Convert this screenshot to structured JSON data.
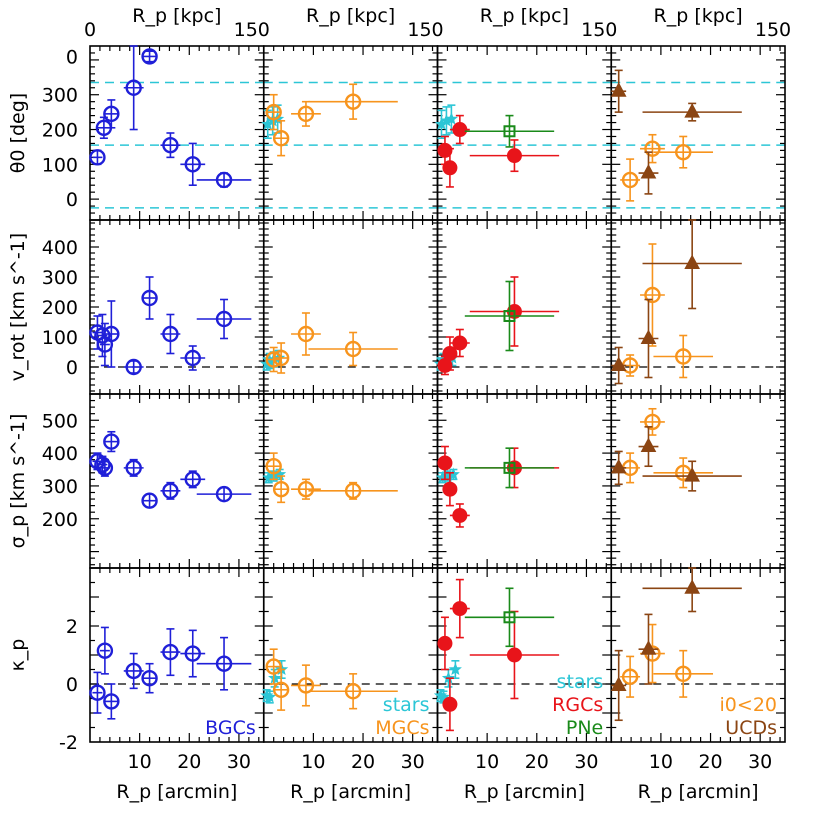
{
  "figure": {
    "top_axis_label": "R_p [kpc]",
    "bottom_axis_label": "R_p [arcmin]",
    "top_ticks": [
      "0",
      "150"
    ],
    "bottom_ticks": [
      "10",
      "20",
      "30"
    ],
    "row_labels": [
      "θ0 [deg]",
      "v_rot [km s^-1]",
      "σ_p [km s^-1]",
      "κ_p"
    ]
  },
  "colors": {
    "blue": "#1f1fd8",
    "orange": "#f7941d",
    "red": "#e8141a",
    "green": "#1a8a1a",
    "brown": "#8b4513",
    "cyan": "#2cc6d6"
  },
  "legends": [
    {
      "panel_col": 0,
      "entries": [
        {
          "text": "BGCs",
          "color": "blue"
        }
      ]
    },
    {
      "panel_col": 1,
      "entries": [
        {
          "text": "stars",
          "color": "cyan"
        },
        {
          "text": "MGCs",
          "color": "orange"
        }
      ]
    },
    {
      "panel_col": 2,
      "entries": [
        {
          "text": "stars",
          "color": "cyan"
        },
        {
          "text": "RGCs",
          "color": "red"
        },
        {
          "text": "PNe",
          "color": "green"
        }
      ]
    },
    {
      "panel_col": 3,
      "entries": [
        {
          "text": "i0<20",
          "color": "orange"
        },
        {
          "text": "UCDs",
          "color": "brown"
        }
      ]
    }
  ],
  "chart_data": {
    "type": "scatter",
    "x_range": [
      0,
      35
    ],
    "rows": [
      {
        "ylabel": "θ0 [deg]",
        "ylim": [
          -60,
          440
        ],
        "yticks": [
          0,
          100,
          200,
          300
        ],
        "ytick_labels": [
          "0",
          "100",
          "200",
          "300"
        ],
        "extra_ticklabels": [
          {
            "value": 410,
            "text": "0"
          }
        ],
        "hline": null
      },
      {
        "ylabel": "v_rot [km s^-1]",
        "ylim": [
          -90,
          490
        ],
        "yticks": [
          0,
          100,
          200,
          300,
          400
        ],
        "ytick_labels": [
          "0",
          "100",
          "200",
          "300",
          "400"
        ],
        "hline": 0
      },
      {
        "ylabel": "σ_p [km s^-1]",
        "ylim": [
          50,
          580
        ],
        "yticks": [
          200,
          300,
          400,
          500
        ],
        "ytick_labels": [
          "200",
          "300",
          "400",
          "500"
        ],
        "hline": null
      },
      {
        "ylabel": "κ_p",
        "ylim": [
          -2,
          4
        ],
        "yticks": [
          -2,
          0,
          2
        ],
        "ytick_labels": [
          "-2",
          "0",
          "2"
        ],
        "hline": 0
      }
    ],
    "reference_bands": {
      "color": "cyan",
      "style": "dashed",
      "values": [
        335,
        155,
        -25
      ]
    },
    "series": [
      {
        "name": "BGCs",
        "col": 0,
        "color": "blue",
        "marker": "open-circle",
        "points": {
          "0": [
            [
              1.5,
              120,
              1,
              0,
              20
            ],
            [
              2.8,
              205,
              1.5,
              0,
              30
            ],
            [
              4.3,
              245,
              1.5,
              0,
              40
            ],
            [
              8.8,
              320,
              2,
              0,
              120
            ],
            [
              12.0,
              410,
              1.5,
              0,
              15
            ],
            [
              16.2,
              155,
              2,
              0,
              35
            ],
            [
              20.7,
              100,
              2.5,
              0,
              60
            ],
            [
              27.0,
              55,
              5.5,
              0,
              20
            ]
          ],
          "1": [
            [
              1.5,
              115,
              1,
              0,
              55
            ],
            [
              2.5,
              105,
              1,
              0,
              70
            ],
            [
              3.0,
              75,
              1,
              0,
              70
            ],
            [
              4.3,
              110,
              1.5,
              0,
              110
            ],
            [
              8.8,
              0,
              2,
              0,
              20
            ],
            [
              12.0,
              230,
              1.5,
              0,
              70
            ],
            [
              16.2,
              110,
              2,
              0,
              65
            ],
            [
              20.7,
              30,
              2.5,
              0,
              40
            ],
            [
              27.0,
              160,
              5.5,
              0,
              65
            ]
          ],
          "2": [
            [
              1.5,
              375,
              1,
              0,
              25
            ],
            [
              2.5,
              365,
              1,
              0,
              25
            ],
            [
              3.0,
              355,
              1,
              0,
              25
            ],
            [
              4.3,
              435,
              1.5,
              0,
              30
            ],
            [
              8.8,
              355,
              2,
              0,
              25
            ],
            [
              12.0,
              255,
              1.5,
              0,
              20
            ],
            [
              16.2,
              285,
              2,
              0,
              25
            ],
            [
              20.7,
              320,
              2.5,
              0,
              25
            ],
            [
              27.0,
              275,
              5.5,
              0,
              20
            ]
          ],
          "3": [
            [
              1.5,
              -0.3,
              1,
              0,
              0.7
            ],
            [
              3.0,
              1.15,
              1,
              0,
              0.8
            ],
            [
              4.3,
              -0.6,
              1.5,
              0,
              0.6
            ],
            [
              8.8,
              0.45,
              2,
              0,
              0.6
            ],
            [
              12.0,
              0.2,
              1.5,
              0,
              0.5
            ],
            [
              16.2,
              1.1,
              2,
              0,
              0.8
            ],
            [
              20.7,
              1.05,
              2.5,
              0,
              0.8
            ],
            [
              27.0,
              0.7,
              5.5,
              0,
              0.9
            ]
          ]
        }
      },
      {
        "name": "stars",
        "col": 1,
        "color": "cyan",
        "marker": "star",
        "points": {
          "0": [
            [
              0.8,
              215,
              0.5,
              0,
              40
            ],
            [
              1.8,
              225,
              0.5,
              0,
              40
            ],
            [
              2.8,
              230,
              0.5,
              0,
              40
            ]
          ],
          "1": [
            [
              0.6,
              10,
              0.4,
              0,
              20
            ],
            [
              1.2,
              20,
              0.4,
              0,
              25
            ],
            [
              2.0,
              25,
              0.4,
              0,
              25
            ],
            [
              3.0,
              30,
              0.5,
              0,
              25
            ]
          ],
          "2": [
            [
              1.0,
              325,
              0.4,
              0,
              15
            ],
            [
              2.0,
              330,
              0.4,
              0,
              15
            ],
            [
              3.2,
              335,
              0.5,
              0,
              15
            ]
          ],
          "3": [
            [
              0.6,
              -0.4,
              0.4,
              0,
              0.2
            ],
            [
              1.2,
              -0.45,
              0.4,
              0,
              0.2
            ],
            [
              2.2,
              0.2,
              0.4,
              0,
              0.3
            ],
            [
              3.6,
              0.5,
              0.4,
              0,
              0.3
            ]
          ]
        }
      },
      {
        "name": "MGCs",
        "col": 1,
        "color": "orange",
        "marker": "open-circle",
        "points": {
          "0": [
            [
              2.0,
              250,
              1.5,
              0,
              50
            ],
            [
              3.5,
              175,
              1.5,
              0,
              50
            ],
            [
              8.5,
              245,
              3,
              0,
              35
            ],
            [
              18.0,
              280,
              9,
              0,
              50
            ]
          ],
          "1": [
            [
              2.0,
              25,
              1.5,
              0,
              40
            ],
            [
              3.5,
              30,
              1.5,
              0,
              50
            ],
            [
              8.5,
              110,
              3,
              0,
              70
            ],
            [
              18.0,
              60,
              9,
              0,
              55
            ]
          ],
          "2": [
            [
              2.0,
              360,
              1.5,
              0,
              40
            ],
            [
              3.5,
              290,
              1.5,
              0,
              40
            ],
            [
              8.5,
              290,
              3,
              0,
              30
            ],
            [
              18.0,
              285,
              9,
              0,
              25
            ]
          ],
          "3": [
            [
              2.0,
              0.6,
              1.5,
              0,
              0.6
            ],
            [
              3.5,
              -0.2,
              1.5,
              0,
              0.7
            ],
            [
              8.5,
              -0.05,
              3,
              0,
              0.7
            ],
            [
              18.0,
              -0.25,
              9,
              0,
              0.6
            ]
          ]
        }
      },
      {
        "name": "stars",
        "col": 2,
        "color": "cyan",
        "marker": "star",
        "points": {
          "0": [
            [
              0.8,
              215,
              0.5,
              0,
              40
            ],
            [
              1.8,
              225,
              0.5,
              0,
              40
            ],
            [
              2.8,
              230,
              0.5,
              0,
              40
            ]
          ],
          "1": [
            [
              0.6,
              10,
              0.4,
              0,
              20
            ],
            [
              1.2,
              20,
              0.4,
              0,
              25
            ],
            [
              2.0,
              25,
              0.4,
              0,
              25
            ],
            [
              3.0,
              30,
              0.5,
              0,
              25
            ]
          ],
          "2": [
            [
              1.0,
              325,
              0.4,
              0,
              15
            ],
            [
              2.0,
              330,
              0.4,
              0,
              15
            ],
            [
              3.2,
              335,
              0.5,
              0,
              15
            ]
          ],
          "3": [
            [
              0.6,
              -0.4,
              0.4,
              0,
              0.2
            ],
            [
              1.2,
              -0.45,
              0.4,
              0,
              0.2
            ],
            [
              2.2,
              0.2,
              0.4,
              0,
              0.3
            ],
            [
              3.6,
              0.5,
              0.4,
              0,
              0.3
            ]
          ]
        }
      },
      {
        "name": "RGCs",
        "col": 2,
        "color": "red",
        "marker": "filled-circle",
        "points": {
          "0": [
            [
              1.5,
              140,
              1,
              0,
              40
            ],
            [
              2.5,
              90,
              1,
              0,
              55
            ],
            [
              4.5,
              200,
              2,
              0,
              40
            ],
            [
              15.5,
              125,
              9,
              0,
              45
            ]
          ],
          "1": [
            [
              1.5,
              5,
              1,
              0,
              30
            ],
            [
              2.5,
              45,
              1,
              0,
              55
            ],
            [
              4.5,
              80,
              2,
              0,
              45
            ],
            [
              15.5,
              185,
              9,
              0,
              115
            ]
          ],
          "2": [
            [
              1.5,
              370,
              1,
              0,
              50
            ],
            [
              2.5,
              290,
              1,
              0,
              50
            ],
            [
              4.5,
              210,
              2,
              0,
              35
            ],
            [
              15.5,
              355,
              9,
              0,
              60
            ]
          ],
          "3": [
            [
              1.5,
              1.4,
              1,
              0,
              0.9
            ],
            [
              2.5,
              -0.7,
              1,
              0,
              0.9
            ],
            [
              4.5,
              2.6,
              2,
              0,
              1.0
            ],
            [
              15.5,
              1.0,
              9,
              0,
              1.5
            ]
          ]
        }
      },
      {
        "name": "PNe",
        "col": 2,
        "color": "green",
        "marker": "open-square",
        "points": {
          "0": [
            [
              14.5,
              195,
              9,
              0,
              45
            ]
          ],
          "1": [
            [
              14.5,
              170,
              9,
              0,
              115
            ]
          ],
          "2": [
            [
              14.5,
              355,
              9,
              0,
              60
            ]
          ],
          "3": [
            [
              14.5,
              2.3,
              9,
              0,
              1.0
            ]
          ]
        }
      },
      {
        "name": "i0<20",
        "col": 3,
        "color": "orange",
        "marker": "open-circle",
        "points": {
          "0": [
            [
              3.8,
              55,
              2,
              0,
              60
            ],
            [
              8.3,
              145,
              2.5,
              0,
              40
            ],
            [
              14.5,
              135,
              6,
              0,
              45
            ]
          ],
          "1": [
            [
              3.8,
              5,
              2,
              0,
              35
            ],
            [
              8.3,
              240,
              2.5,
              0,
              170
            ],
            [
              14.5,
              35,
              6,
              0,
              70
            ]
          ],
          "2": [
            [
              3.8,
              355,
              2,
              0,
              45
            ],
            [
              8.3,
              495,
              2.5,
              0,
              40
            ],
            [
              14.5,
              340,
              6,
              0,
              45
            ]
          ],
          "3": [
            [
              3.8,
              0.25,
              2,
              0,
              0.7
            ],
            [
              8.3,
              1.05,
              2.5,
              0,
              1.0
            ],
            [
              14.5,
              0.35,
              6,
              0,
              0.8
            ]
          ]
        }
      },
      {
        "name": "UCDs",
        "col": 3,
        "color": "brown",
        "marker": "filled-triangle",
        "points": {
          "0": [
            [
              1.5,
              310,
              1.5,
              0,
              60
            ],
            [
              7.5,
              75,
              2,
              0,
              60
            ],
            [
              16.3,
              250,
              10,
              0,
              25
            ]
          ],
          "1": [
            [
              1.5,
              5,
              1.5,
              0,
              60
            ],
            [
              7.5,
              95,
              2,
              0,
              130
            ],
            [
              16.3,
              345,
              10,
              0,
              150
            ]
          ],
          "2": [
            [
              1.5,
              355,
              1.5,
              0,
              50
            ],
            [
              7.5,
              420,
              2,
              0,
              60
            ],
            [
              16.3,
              330,
              10,
              0,
              45
            ]
          ],
          "3": [
            [
              1.5,
              -0.05,
              1.5,
              0,
              1.2
            ],
            [
              7.5,
              1.2,
              2,
              0,
              1.2
            ],
            [
              16.3,
              3.3,
              10,
              0,
              0.8
            ]
          ]
        }
      }
    ]
  }
}
